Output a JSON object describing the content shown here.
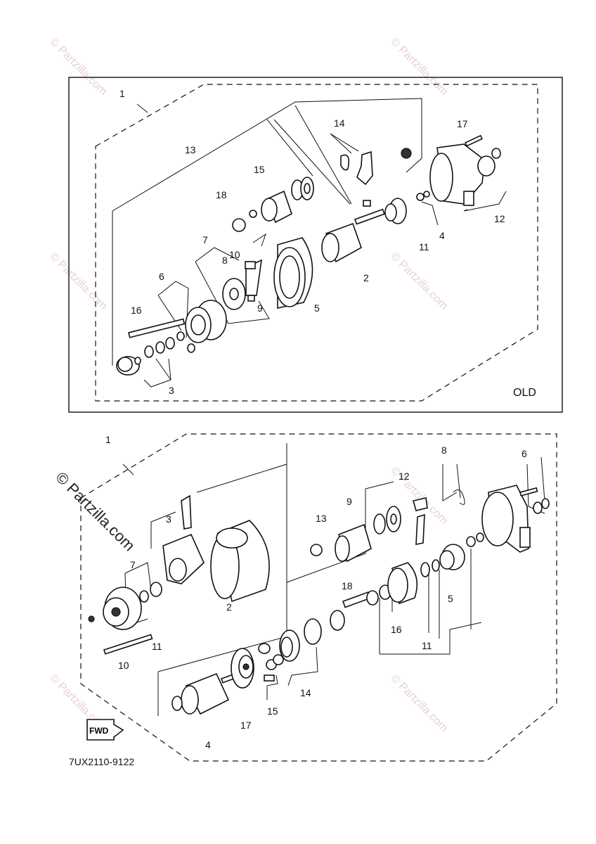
{
  "old_section": {
    "tag": "OLD",
    "callouts": [
      "1",
      "2",
      "3",
      "4",
      "5",
      "6",
      "7",
      "8",
      "9",
      "10",
      "11",
      "12",
      "13",
      "14",
      "15",
      "16",
      "17",
      "18"
    ]
  },
  "new_section": {
    "callouts": [
      "1",
      "2",
      "3",
      "4",
      "5",
      "6",
      "7",
      "8",
      "9",
      "10",
      "11",
      "12",
      "13",
      "14",
      "15",
      "16",
      "17",
      "18"
    ],
    "fwd": "FWD",
    "code": "7UX2110-9122"
  },
  "watermark": {
    "short": "© Partzilla.com",
    "big": "© Partzilla.com"
  }
}
